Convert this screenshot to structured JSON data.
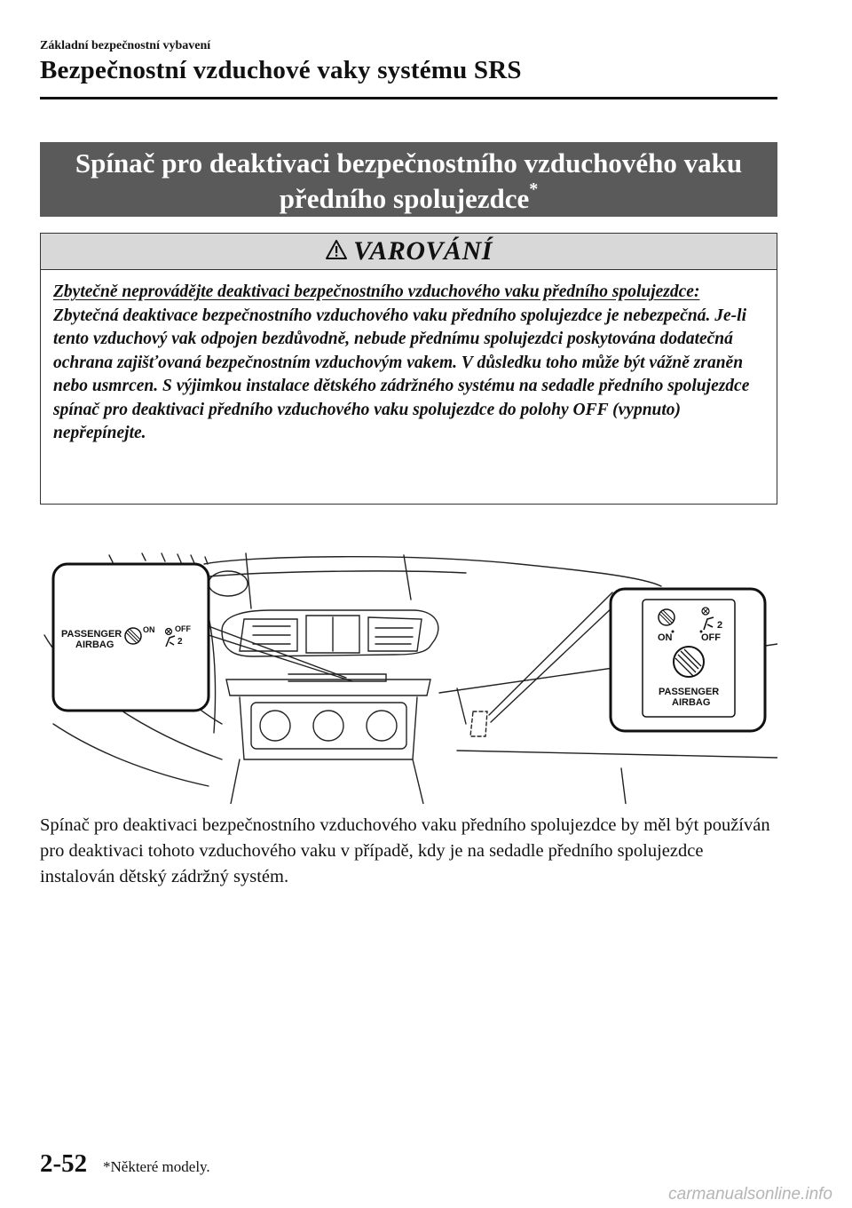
{
  "header": {
    "chapter": "Základní bezpečnostní vybavení",
    "section_title": "Bezpečnostní vzduchové vaky systému SRS"
  },
  "heading": {
    "line1": "Spínač pro deaktivaci bezpečnostního vzduchového vaku",
    "line2": "předního spolujezdce",
    "asterisk": "*"
  },
  "warning": {
    "title": "VAROVÁNÍ",
    "icon": "warning-triangle-icon",
    "lead": "Zbytečně neprovádějte deaktivaci bezpečnostního vzduchového vaku předního spolujezdce:",
    "body": "Zbytečná deaktivace bezpečnostního vzduchového vaku předního spolujezdce je nebezpečná. Je-li tento vzduchový vak odpojen bezdůvodně, nebude přednímu spolujezdci poskytována dodatečná ochrana zajišťovaná bezpečnostním vzduchovým vakem. V důsledku toho může být vážně zraněn nebo usmrcen. S výjimkou instalace dětského zádržného systému na sedadle předního spolujezdce spínač pro deaktivaci předního vzduchového vaku spolujezdce do polohy OFF (vypnuto) nepřepínejte."
  },
  "illustration": {
    "left_callout": {
      "label_line1": "PASSENGER",
      "label_line2": "AIRBAG",
      "on": "ON",
      "off": "OFF",
      "num": "2"
    },
    "right_callout": {
      "on": "ON",
      "off": "OFF",
      "num": "2",
      "label_line1": "PASSENGER",
      "label_line2": "AIRBAG"
    }
  },
  "caption": "Spínač pro deaktivaci bezpečnostního vzduchového vaku předního spolujezdce by měl být používán pro deaktivaci tohoto vzduchového vaku v případě, kdy je na sedadle předního spolujezdce instalován dětský zádržný systém.",
  "footer": {
    "page_number": "2-52",
    "footnote": "*Některé modely.",
    "watermark": "carmanualsonline.info"
  }
}
